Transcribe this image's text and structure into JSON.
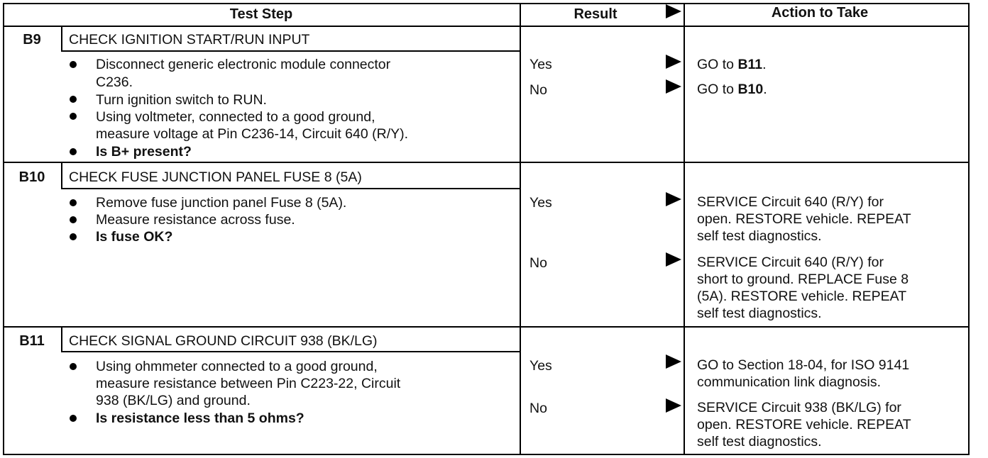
{
  "header": {
    "test_step": "Test Step",
    "result": "Result",
    "action": "Action to Take"
  },
  "steps": [
    {
      "code": "B9",
      "title": "CHECK IGNITION START/RUN INPUT",
      "bullets": [
        "Disconnect generic electronic module connector",
        "C236.",
        "Turn ignition switch to RUN.",
        "Using voltmeter, connected to a good ground,",
        "measure voltage at Pin C236-14, Circuit 640 (R/Y).",
        "Is B+ present?"
      ],
      "results": [
        {
          "result": "Yes",
          "action_prefix": "GO to ",
          "action_bold": "B11",
          "action_suffix": "."
        },
        {
          "result": "No",
          "action_prefix": "GO to ",
          "action_bold": "B10",
          "action_suffix": "."
        }
      ]
    },
    {
      "code": "B10",
      "title": "CHECK FUSE JUNCTION PANEL FUSE 8 (5A)",
      "bullets": [
        "Remove fuse junction panel Fuse 8 (5A).",
        "Measure resistance across fuse.",
        "Is fuse OK?"
      ],
      "results": [
        {
          "result": "Yes",
          "action_lines": [
            "SERVICE Circuit 640 (R/Y) for",
            "open. RESTORE vehicle. REPEAT",
            "self test diagnostics."
          ]
        },
        {
          "result": "No",
          "action_lines": [
            "SERVICE Circuit 640 (R/Y) for",
            "short to ground. REPLACE Fuse 8",
            "(5A). RESTORE vehicle. REPEAT",
            "self test diagnostics."
          ]
        }
      ]
    },
    {
      "code": "B11",
      "title": "CHECK SIGNAL GROUND CIRCUIT 938 (BK/LG)",
      "bullets": [
        "Using ohmmeter connected to a good ground,",
        "measure resistance between Pin C223-22, Circuit",
        "938 (BK/LG) and ground.",
        "Is resistance less than 5 ohms?"
      ],
      "results": [
        {
          "result": "Yes",
          "action_lines": [
            "GO to Section 18-04, for ISO 9141",
            "communication link diagnosis."
          ]
        },
        {
          "result": "No",
          "action_lines": [
            "SERVICE Circuit 938 (BK/LG) for",
            "open. RESTORE vehicle. REPEAT",
            "self test diagnostics."
          ]
        }
      ]
    }
  ]
}
